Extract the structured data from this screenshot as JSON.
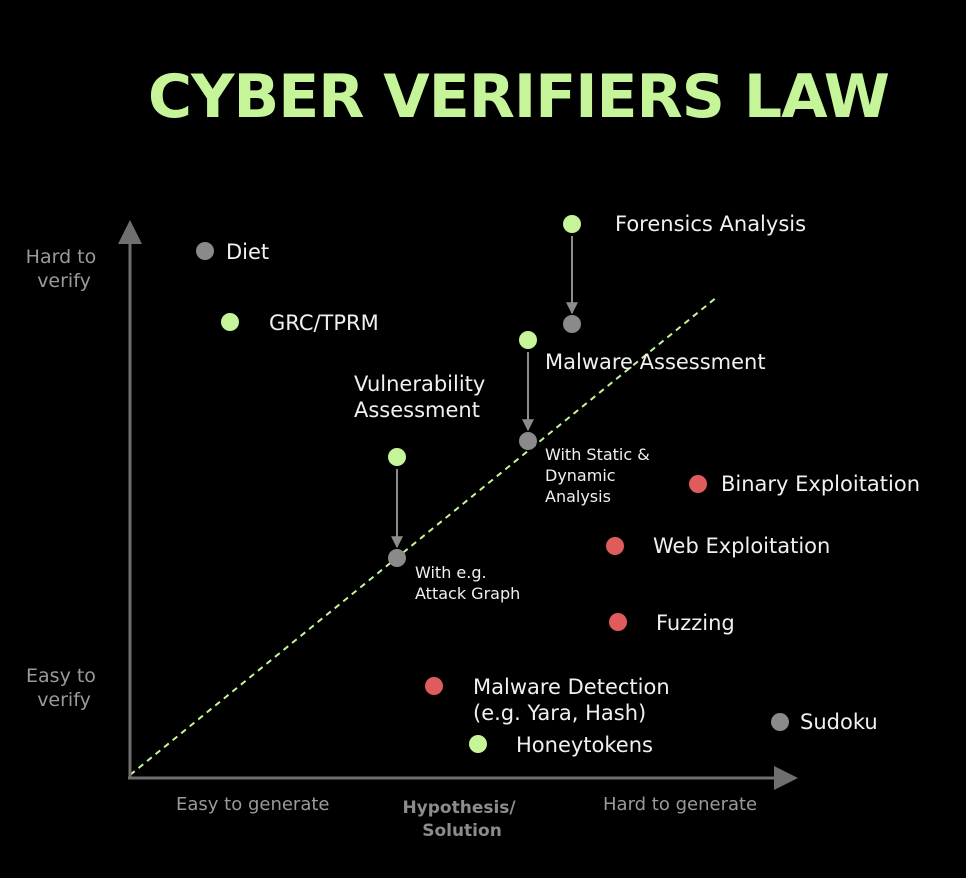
{
  "title": "CYBER VERIFIERS LAW",
  "colors": {
    "background": "#000000",
    "title": "#c5f598",
    "axis": "#6f6f6f",
    "axis_label": "#9a9a9a",
    "axis_title": "#8c8c8c",
    "label": "#f0f0f0",
    "green": "#c5f598",
    "gray": "#8a8a8a",
    "red": "#e05c5c",
    "arrow": "#8c8c8c",
    "diagonal": "#c5f598"
  },
  "axes": {
    "y_top_label": [
      "Hard to",
      "verify"
    ],
    "y_bottom_label": [
      "Easy to",
      "verify"
    ],
    "x_left_label": "Easy to generate",
    "x_right_label": "Hard to generate",
    "x_title": [
      "Hypothesis/",
      "Solution"
    ]
  },
  "items": [
    {
      "id": "diet",
      "label": [
        "Diet"
      ],
      "color": "gray"
    },
    {
      "id": "grc",
      "label": [
        "GRC/TPRM"
      ],
      "color": "green"
    },
    {
      "id": "forensics",
      "label": [
        "Forensics Analysis"
      ],
      "color": "green"
    },
    {
      "id": "malware-assessment",
      "label": [
        "Malware Assessment"
      ],
      "color": "green"
    },
    {
      "id": "vulnerability-assessment",
      "label": [
        "Vulnerability",
        "Assessment"
      ],
      "color": "green"
    },
    {
      "id": "binary-exploitation",
      "label": [
        "Binary Exploitation"
      ],
      "color": "red"
    },
    {
      "id": "web-exploitation",
      "label": [
        "Web Exploitation"
      ],
      "color": "red"
    },
    {
      "id": "fuzzing",
      "label": [
        "Fuzzing"
      ],
      "color": "red"
    },
    {
      "id": "malware-detection",
      "label": [
        "Malware Detection",
        "(e.g. Yara, Hash)"
      ],
      "color": "red"
    },
    {
      "id": "honeytokens",
      "label": [
        "Honeytokens"
      ],
      "color": "green"
    },
    {
      "id": "sudoku",
      "label": [
        "Sudoku"
      ],
      "color": "gray"
    },
    {
      "id": "forensics-verified",
      "label": [],
      "color": "gray"
    },
    {
      "id": "malware-assessment-verified",
      "label": [
        "With Static &",
        "Dynamic",
        "Analysis"
      ],
      "color": "gray"
    },
    {
      "id": "vulnerability-assessment-verified",
      "label": [
        "With e.g.",
        "Attack Graph"
      ],
      "color": "gray"
    }
  ],
  "arrows": [
    {
      "from": "forensics",
      "to": "forensics-verified"
    },
    {
      "from": "malware-assessment",
      "to": "malware-assessment-verified"
    },
    {
      "from": "vulnerability-assessment",
      "to": "vulnerability-assessment-verified"
    }
  ]
}
